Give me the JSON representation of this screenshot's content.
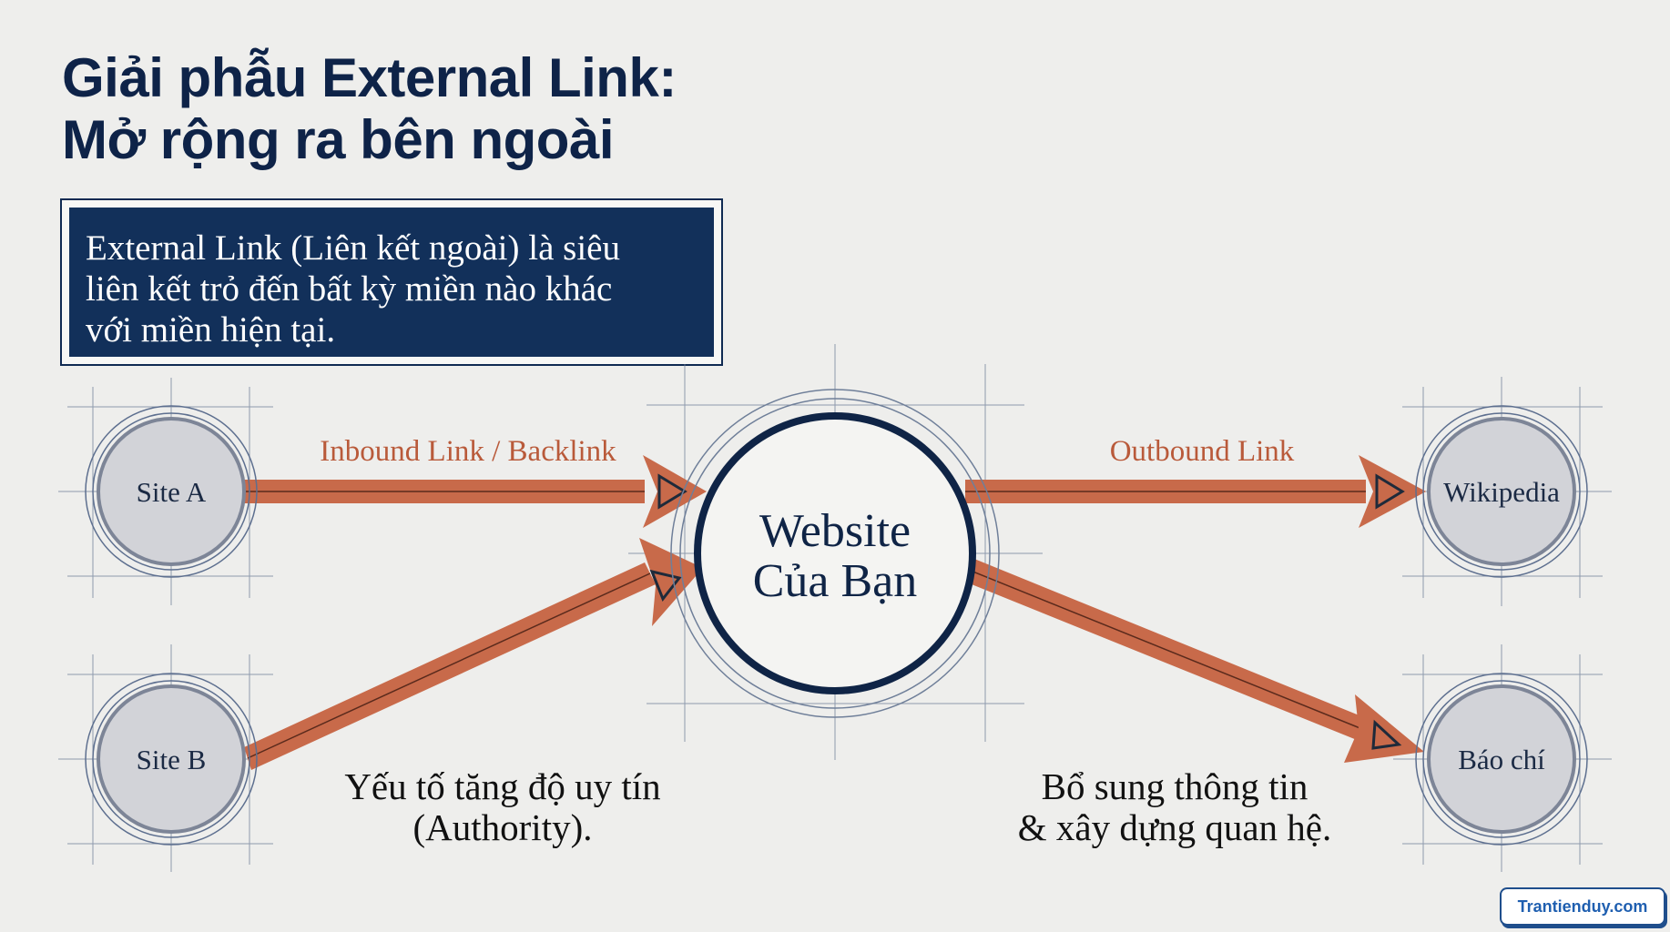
{
  "title": {
    "line1": "Giải phẫu External Link:",
    "line2": "Mở rộng ra bên ngoài"
  },
  "definition": {
    "line1": "External Link (Liên kết ngoài) là siêu",
    "line2": "liên kết trỏ đến bất kỳ miền nào khác",
    "line3": "với miền hiện tại."
  },
  "nodes": {
    "site_a": "Site A",
    "site_b": "Site B",
    "center_line1": "Website",
    "center_line2": "Của Bạn",
    "wikipedia": "Wikipedia",
    "press": "Báo chí"
  },
  "links": {
    "inbound": "Inbound Link / Backlink",
    "outbound": "Outbound Link"
  },
  "captions": {
    "left_line1": "Yếu tố tăng độ uy tín",
    "left_line2": "(Authority).",
    "right_line1": "Bổ sung thông tin",
    "right_line2": "& xây dựng quan hệ."
  },
  "watermark": "Trantienduy.com",
  "colors": {
    "navy": "#12305a",
    "arrow": "#c86a4a",
    "node_fill": "#d2d3d8",
    "background": "#eeeeec"
  }
}
